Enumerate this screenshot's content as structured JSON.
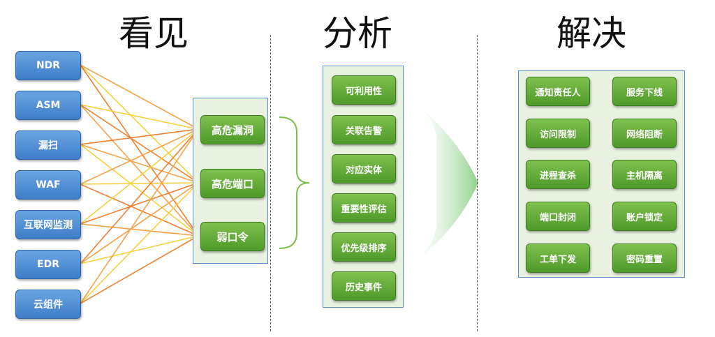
{
  "headings": {
    "see": "看见",
    "analyze": "分析",
    "resolve": "解决"
  },
  "sources": [
    "NDR",
    "ASM",
    "漏扫",
    "WAF",
    "互联网监测",
    "EDR",
    "云组件"
  ],
  "risks": [
    "高危漏洞",
    "高危端口",
    "弱口令"
  ],
  "analysis": [
    "可利用性",
    "关联告警",
    "对应实体",
    "重要性评估",
    "优先级排序",
    "历史事件"
  ],
  "actions": [
    [
      "通知责任人",
      "服务下线"
    ],
    [
      "访问限制",
      "网络阻断"
    ],
    [
      "进程查杀",
      "主机隔离"
    ],
    [
      "端口封闭",
      "账户锁定"
    ],
    [
      "工单下发",
      "密码重置"
    ]
  ]
}
